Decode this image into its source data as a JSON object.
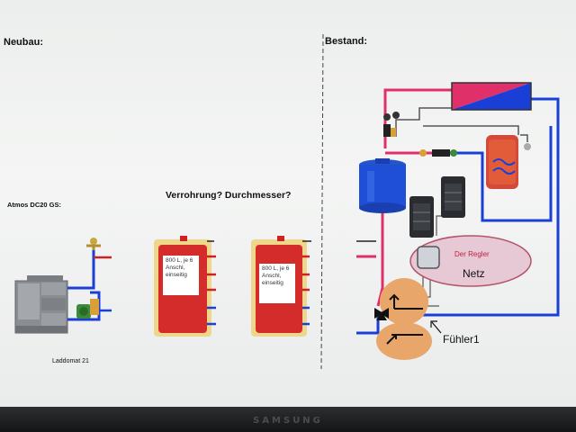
{
  "headings": {
    "left": "Neubau:",
    "right": "Bestand:"
  },
  "boiler_label": "Atmos DC20 GS:",
  "question": "Verrohrung? Durchmesser?",
  "laddomat_label": "Laddomat 21",
  "tanks": [
    {
      "label": "800 L, je 6 Anschl, einseitig"
    },
    {
      "label": "800 L, je 6 Anschl, einseitig"
    }
  ],
  "controller": {
    "title": "Der Regler",
    "net": "Netz"
  },
  "sensor_label": "Fühler1",
  "monitor_brand": "SAMSUNG",
  "colors": {
    "hot_pipe": "#e0306a",
    "cold_pipe": "#1a3fd6",
    "tank_red": "#d42b2b",
    "tank_insulation": "#f0d68a",
    "controller_fill": "#e6c9d4",
    "pump_orange": "#e9a66a"
  }
}
